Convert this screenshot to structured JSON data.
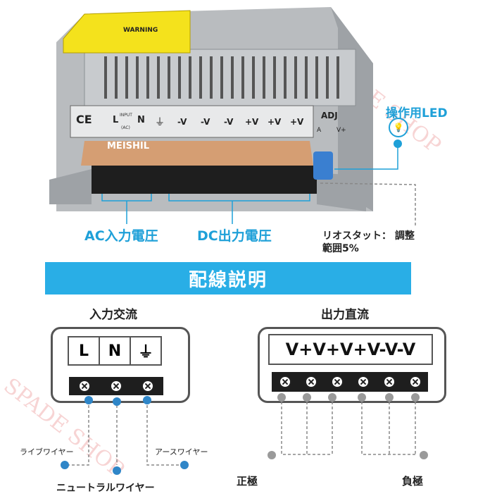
{
  "watermark": "SPADE SHOP",
  "product": {
    "warning_label": "WARNING",
    "brand": "MEISHIL",
    "ce_mark": "CE",
    "panel_input_label": "INPUT",
    "panel_ac_label": "(AC)",
    "panel_L": "L",
    "panel_N": "N",
    "terminal_labels": [
      "-V",
      "-V",
      "-V",
      "+V",
      "+V",
      "+V"
    ],
    "adj_label": "ADJ",
    "adj_a": "A",
    "adj_v": "V+"
  },
  "callouts": {
    "led": "操作用LED",
    "ac_input": "AC入力電圧",
    "dc_output": "DC出力電圧",
    "rheostat_line1": "リオスタット： 調整",
    "rheostat_line2": "範囲5%"
  },
  "banner": {
    "title": "配線説明"
  },
  "input_diagram": {
    "title": "入力交流",
    "labels": [
      "L",
      "N"
    ],
    "live_wire": "ライブワイヤー",
    "earth_wire": "アースワイヤー",
    "neutral_wire": "ニュートラルワイヤー"
  },
  "output_diagram": {
    "title": "出力直流",
    "terminal_text": "V+V+V+V-V-V",
    "positive": "正極",
    "negative": "負極"
  },
  "colors": {
    "accent_blue": "#29aee6",
    "dot_blue": "#2f86c8",
    "dot_gray": "#9a9a9a",
    "watermark": "#f2b8b8"
  }
}
